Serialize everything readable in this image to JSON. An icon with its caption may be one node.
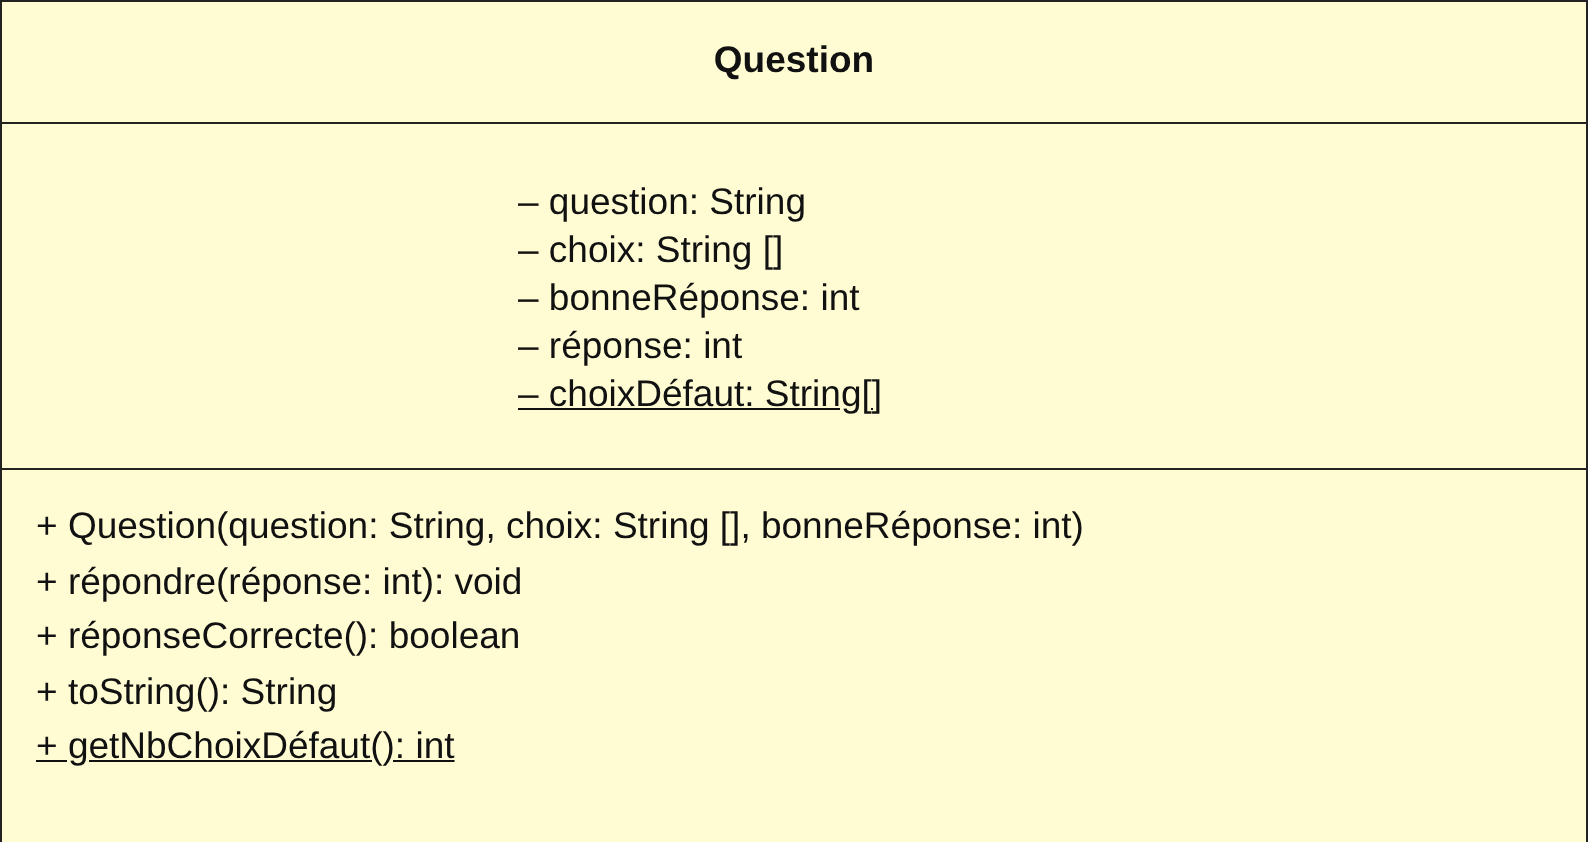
{
  "diagram": {
    "nodes": [
      {
        "text": [
          "Question"
        ]
      },
      {
        "text": [
          "– question: String",
          "– choix: String []",
          "– bonneRéponse: int",
          "– réponse: int",
          "– choixDéfaut: String[]"
        ],
        "in": 0
      },
      {
        "text": [
          "+ Question(question: String, choix: String [], bonneRéponse: int)",
          "+ répondre(réponse: int): void",
          "+ réponseCorrecte(): boolean",
          "+ toString(): String",
          "+ getNbChoixDéfaut(): int"
        ],
        "in": 0
      }
    ]
  }
}
